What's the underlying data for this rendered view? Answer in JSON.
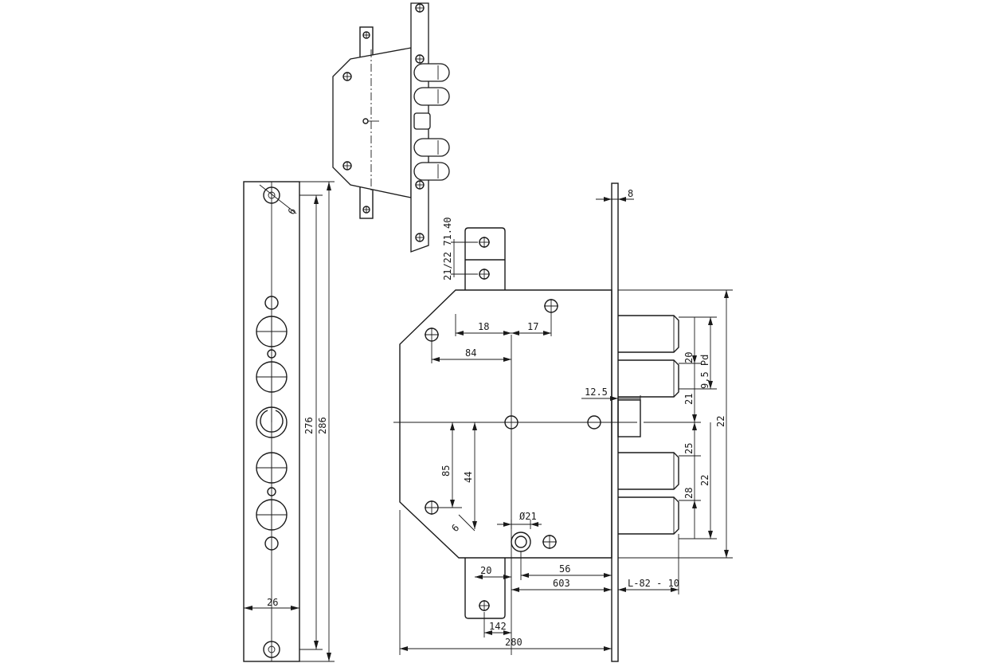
{
  "dimensions": {
    "plate_width": "26",
    "plate_inner_length": "276",
    "plate_total_length": "286",
    "plate_hole": "6",
    "front_thickness": "8",
    "offset_18": "18",
    "offset_17": "17",
    "offset_84": "84",
    "offset_12_5": "12.5",
    "bolt_20": "20",
    "bolt_21": "21",
    "bolt_25": "25",
    "bolt_28": "28",
    "bolt_22": "22",
    "pd": "9,5 Pd",
    "height_22": "22",
    "vert_85": "85",
    "vert_44": "44",
    "dia_21": "Ø21",
    "small_6": "6",
    "bottom_20": "20",
    "bottom_56": "56",
    "bottom_603": "603",
    "bottom_l82": "L-82 - 10",
    "bottom_142": "142",
    "overall_280": "280",
    "tab_dims": "21/22 71.40"
  }
}
